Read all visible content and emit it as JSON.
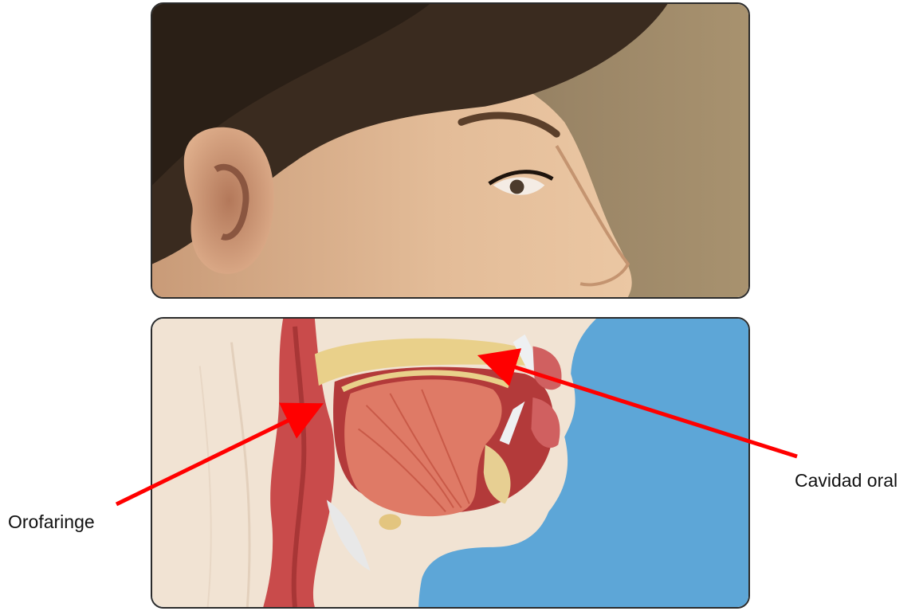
{
  "labels": {
    "left": "Orofaringe",
    "right": "Cavidad oral"
  },
  "colors": {
    "arrow": "#ff0000",
    "skin": "#f1e3d3",
    "background_blue": "#5da6d7",
    "tissue_red": "#c94b4b",
    "muscle": "#df7a66",
    "fat": "#e9d08a"
  },
  "panels": [
    {
      "kind": "photograph",
      "subject": "profile-of-woman-head"
    },
    {
      "kind": "illustration",
      "subject": "sagittal-section-mouth-and-throat"
    }
  ]
}
